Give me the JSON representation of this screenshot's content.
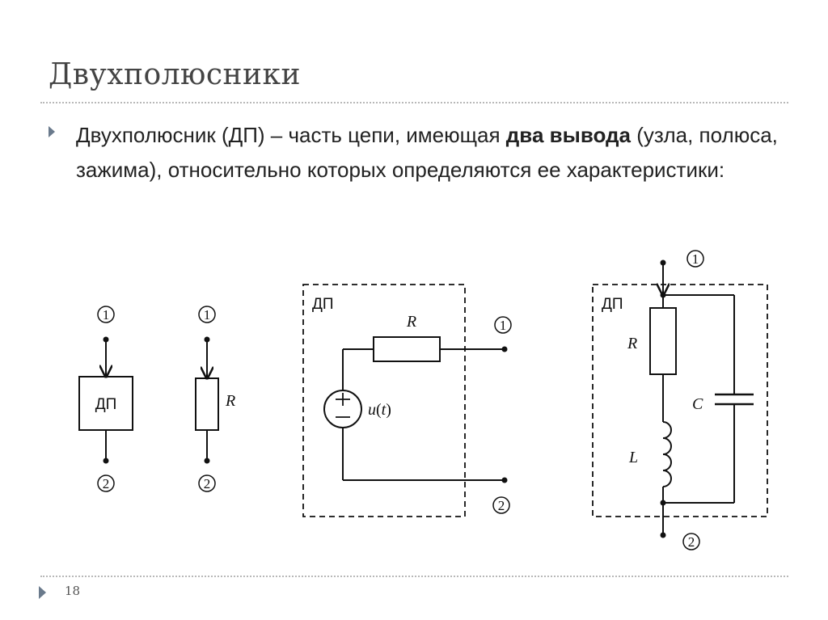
{
  "slide": {
    "title": "Двухполюсники",
    "bullet": {
      "part1": "Двухполюсник (ДП) – часть цепи, имеющая ",
      "bold1": "два вывода",
      "part2": " (узла, полюса, зажима), относительно которых определяются ее характеристики:"
    },
    "page_number": "18"
  },
  "figures": {
    "terminal_1": "1",
    "terminal_2": "2",
    "block_label": "ДП",
    "box_label": "ДП",
    "resistor_label": "R",
    "source_label_u": "u",
    "source_label_open": "(",
    "source_label_t": "t",
    "source_label_close": ")",
    "capacitor_label": "C",
    "inductor_label": "L"
  },
  "colors": {
    "title": "#444444",
    "text": "#222222",
    "accent": "#6a7a8c",
    "line": "#111111"
  }
}
